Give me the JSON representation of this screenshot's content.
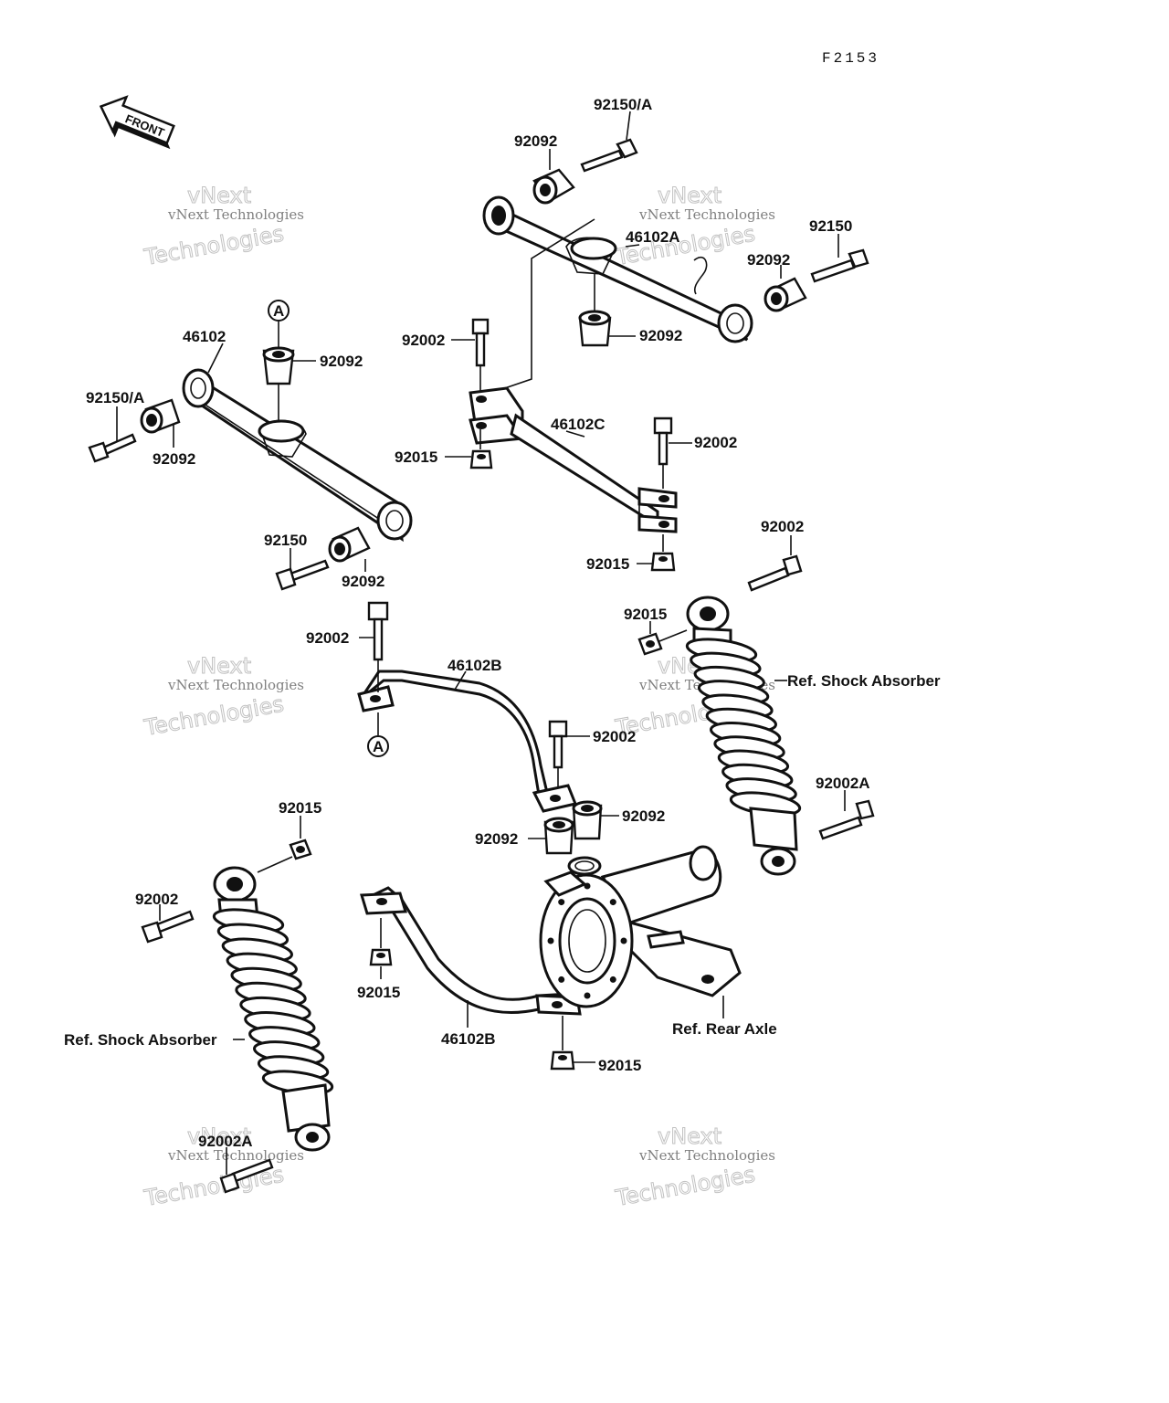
{
  "figure_code": "F2153",
  "front_label": "FRONT",
  "circle_ref": "A",
  "watermark": {
    "line1": "vNext Technologies",
    "line2": "Technologies",
    "line3": "vNext"
  },
  "labels": {
    "l_92150A_top": "92150/A",
    "l_92092_top": "92092",
    "l_46102A": "46102A",
    "l_92150_top": "92150",
    "l_92092_right": "92092",
    "l_92092_under46102A": "92092",
    "l_92002_a": "92002",
    "l_46102C": "46102C",
    "l_92002_b": "92002",
    "l_92015_a": "92015",
    "l_92015_b": "92015",
    "l_46102": "46102",
    "l_92092_left_top": "92092",
    "l_92150A_left": "92150/A",
    "l_92092_left": "92092",
    "l_92150_left": "92150",
    "l_92092_left_bottom": "92092",
    "l_92002_c": "92002",
    "l_92015_c": "92015",
    "l_92002_d": "92002",
    "l_46102B_top": "46102B",
    "l_92002_e": "92002",
    "l_92002A_right": "92002A",
    "l_92092_mid_right": "92092",
    "l_92092_mid_left": "92092",
    "l_92015_d": "92015",
    "l_92002_f": "92002",
    "l_92015_e": "92015",
    "l_46102B_bottom": "46102B",
    "l_92015_f": "92015",
    "l_92002A_left": "92002A"
  },
  "refs": {
    "shock_right": "Ref. Shock Absorber",
    "shock_left": "Ref. Shock Absorber",
    "rear_axle": "Ref. Rear Axle"
  }
}
